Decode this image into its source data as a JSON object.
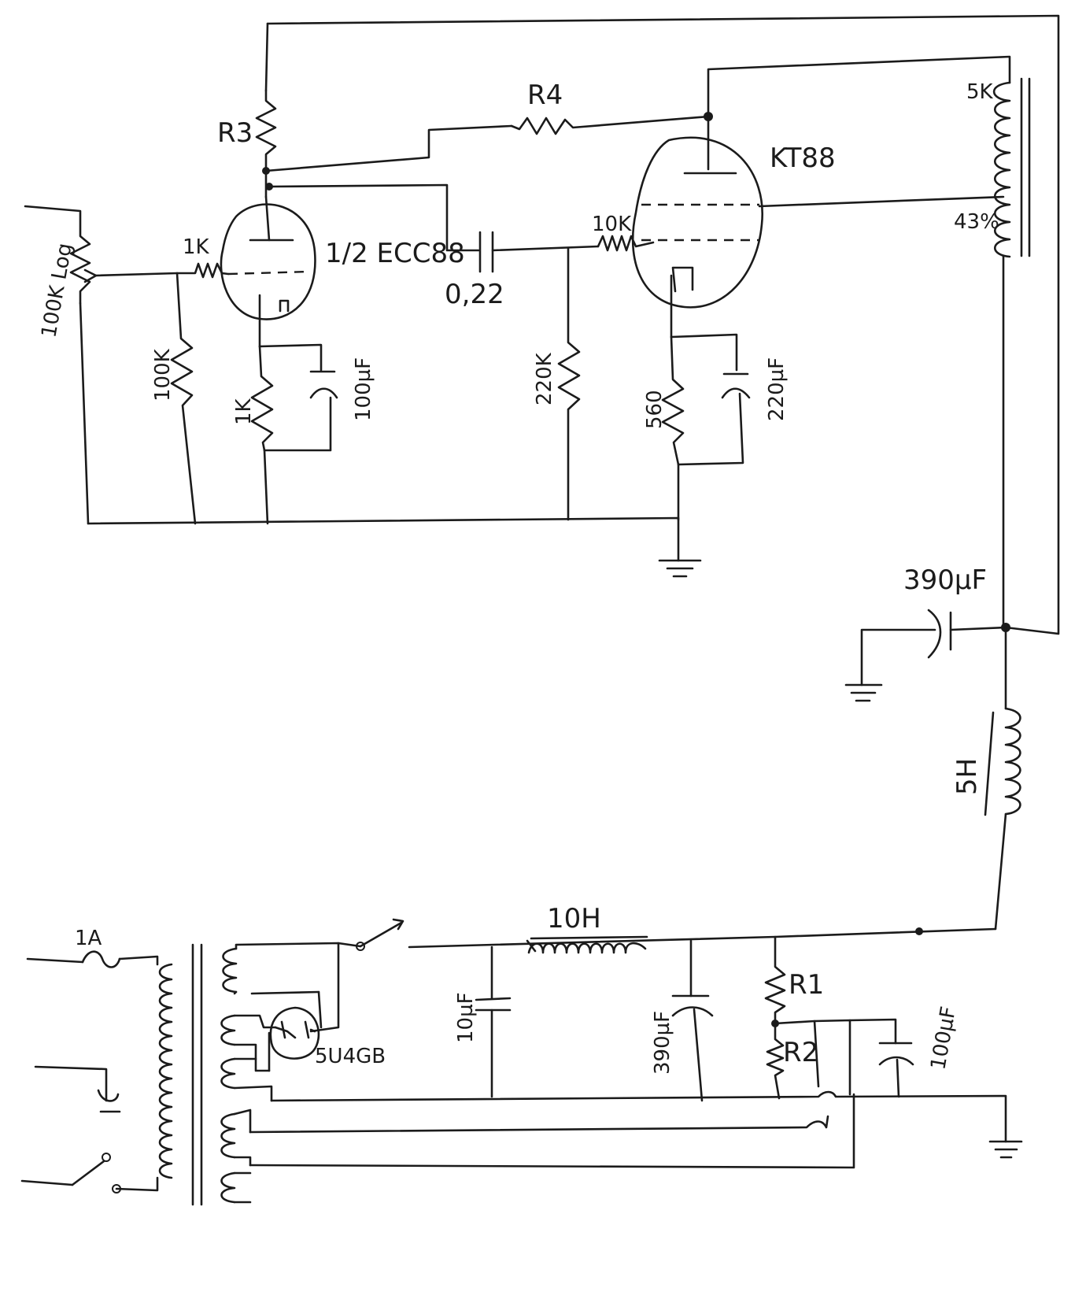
{
  "labels": {
    "pot": "100K Log",
    "r_grid1": "1K",
    "r_grid_leak1": "100K",
    "r_cathode1": "1K",
    "c_cathode1": "100µF",
    "tube1": "1/2 ECC88",
    "r3": "R3",
    "r4": "R4",
    "c_coupling": "0,22",
    "r_grid_stop2": "10K",
    "r_grid_leak2": "220K",
    "tube2": "KT88",
    "r_cathode2": "560",
    "c_cathode2": "220µF",
    "ot_primary": "5K",
    "ot_tap": "43%",
    "c_filter_top": "390µF",
    "choke_5h": "5H",
    "choke_10h": "10H",
    "fuse": "1A",
    "rectifier": "5U4GB",
    "c_10uf": "10µF",
    "c_390uf": "390µF",
    "r1": "R1",
    "r2": "R2",
    "c_100uf_bias": "100µF"
  },
  "colors": {
    "ink": "#1b1b1b",
    "paper": "#ffffff"
  }
}
